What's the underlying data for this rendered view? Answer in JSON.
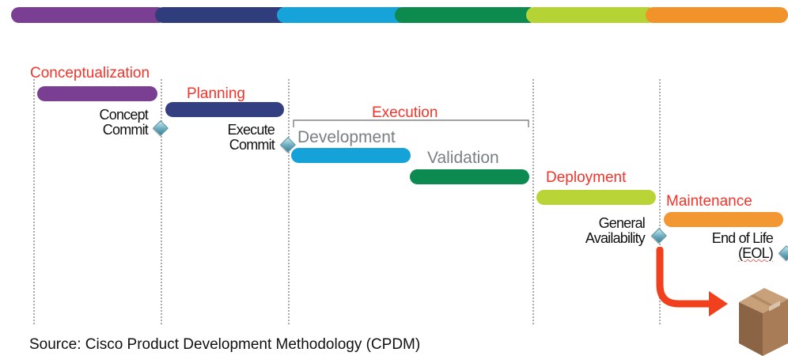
{
  "top_bar": {
    "colors": [
      "#7a3f93",
      "#2f3d7c",
      "#16a3d9",
      "#0d8a4d",
      "#b5d334",
      "#f2932a"
    ]
  },
  "phases": {
    "conceptualization": {
      "label": "Conceptualization",
      "color": "#7a3f93"
    },
    "planning": {
      "label": "Planning",
      "color": "#333f80"
    },
    "execution": {
      "label": "Execution"
    },
    "development": {
      "label": "Development",
      "color": "#15a2d9"
    },
    "validation": {
      "label": "Validation",
      "color": "#0c8a4f"
    },
    "deployment": {
      "label": "Deployment",
      "color": "#b9d437"
    },
    "maintenance": {
      "label": "Maintenance",
      "color": "#f39733"
    }
  },
  "milestones": {
    "concept_commit": {
      "line1": "Concept",
      "line2": "Commit",
      "icon": "diamond-icon"
    },
    "execute_commit": {
      "line1": "Execute",
      "line2": "Commit",
      "icon": "diamond-icon"
    },
    "general_availability": {
      "line1": "General",
      "line2": "Availability",
      "icon": "diamond-icon"
    },
    "end_of_life": {
      "line1": "End of Life",
      "line2": "(EOL)",
      "icon": "diamond-icon"
    }
  },
  "decorations": {
    "arrow_color": "#f0401e",
    "box_icon": "cardboard-box-icon"
  },
  "source": "Source: Cisco Product Development Methodology (CPDM)"
}
